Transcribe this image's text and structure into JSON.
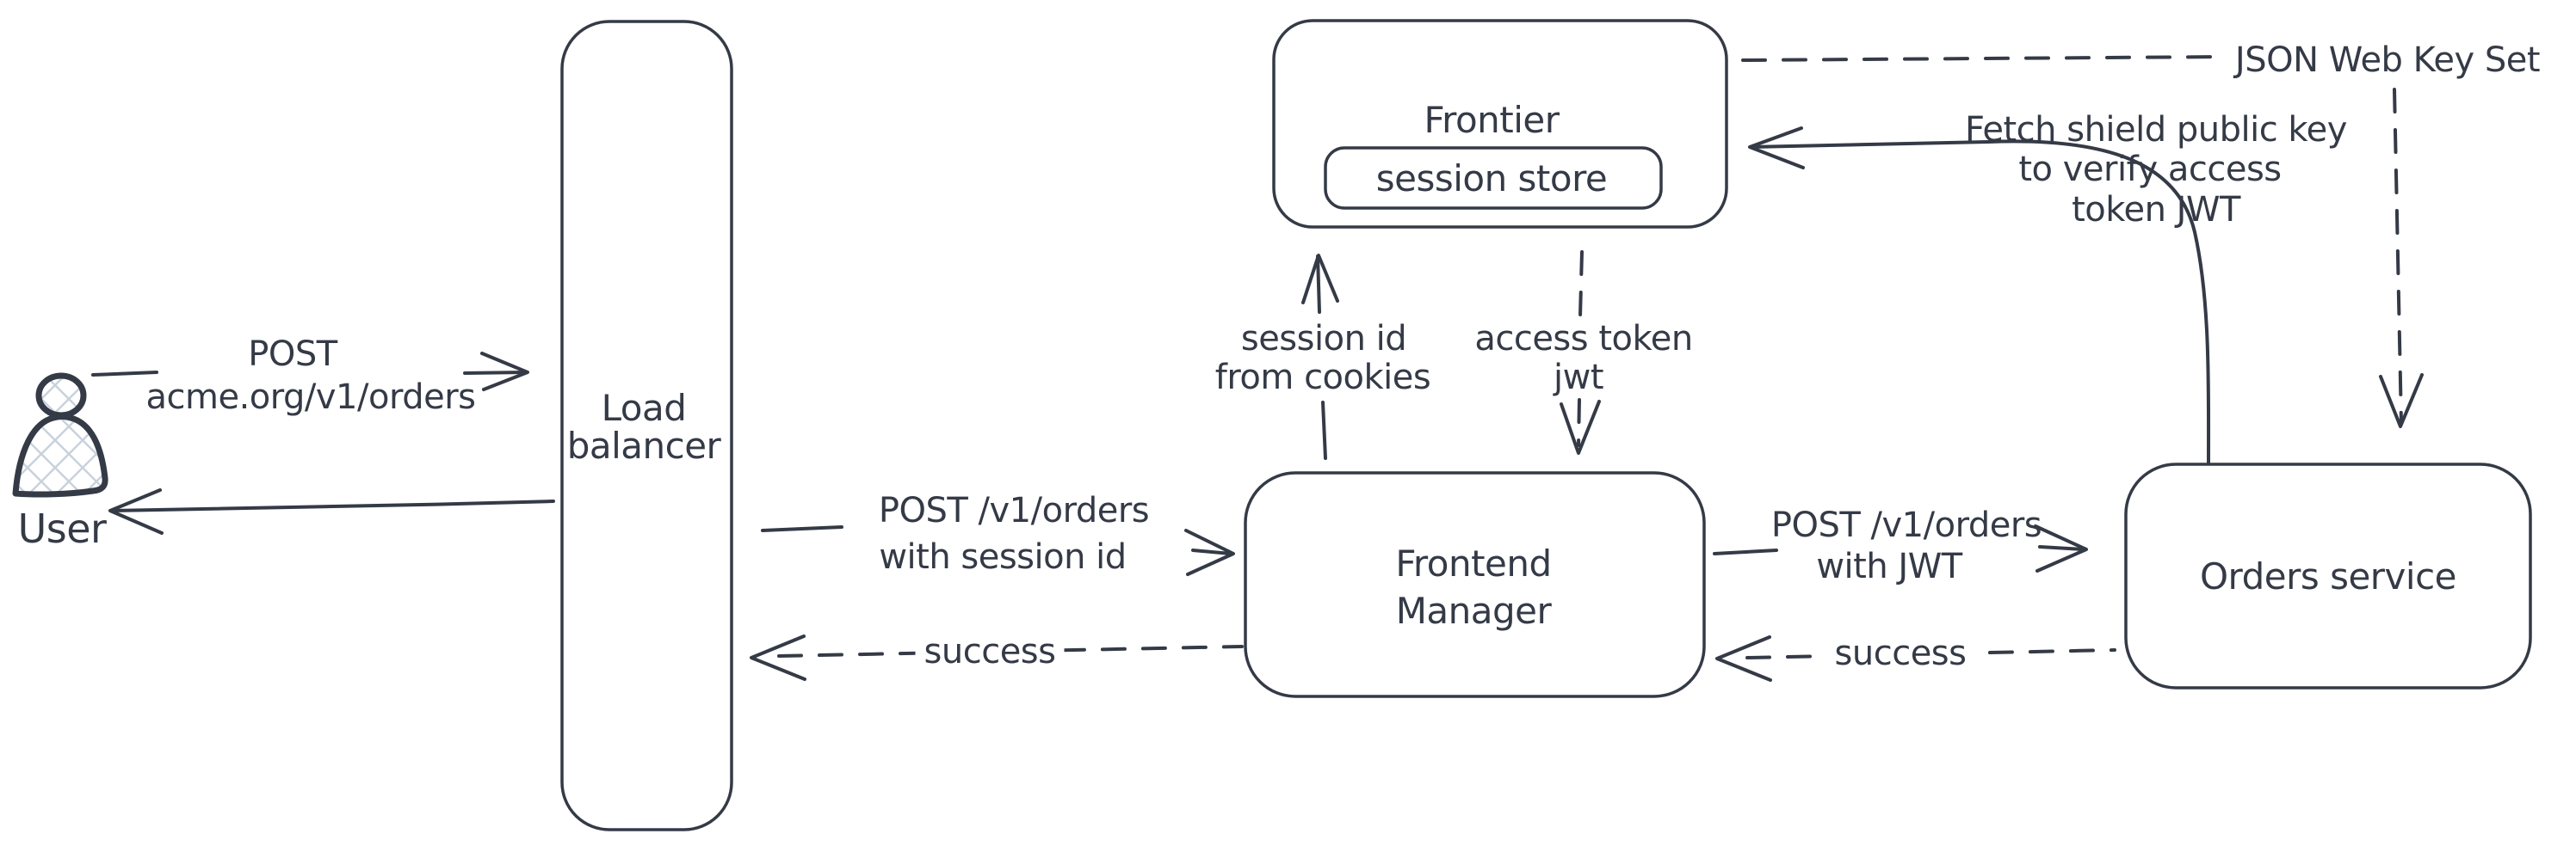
{
  "diagram": {
    "title_hint": "auth flow architecture sketch",
    "ink_color": "#343a46",
    "hatch_color": "#c9d2dc",
    "nodes": {
      "user": {
        "label": "User"
      },
      "load_balancer": {
        "line1": "Load",
        "line2": "balancer"
      },
      "frontier": {
        "label": "Frontier"
      },
      "session_store": {
        "label": "session store"
      },
      "frontend_manager": {
        "line1": "Frontend",
        "line2": "Manager"
      },
      "orders_service": {
        "label": "Orders service"
      }
    },
    "edges": {
      "user_post": {
        "line1": "POST",
        "line2": "acme.org/v1/orders",
        "style": "solid-arrow-right"
      },
      "lb_response": {
        "style": "solid-arrow-left"
      },
      "lb_post": {
        "line1": "POST /v1/orders",
        "line2": "with session id",
        "style": "solid-arrow-right"
      },
      "lb_success": {
        "label": "success",
        "style": "dashed-arrow-left"
      },
      "session_id": {
        "line1": "session id",
        "line2": "from cookies",
        "style": "solid-arrow-up"
      },
      "access_token": {
        "line1": "access token",
        "line2": "jwt",
        "style": "dashed-arrow-down"
      },
      "fm_post": {
        "line1": "POST /v1/orders",
        "line2": "with JWT",
        "style": "solid-arrow-right"
      },
      "fm_success": {
        "label": "success",
        "style": "dashed-arrow-left"
      },
      "jwks": {
        "label": "JSON Web Key Set",
        "style": "dashed-line"
      },
      "jwks_down": {
        "style": "dashed-arrow-down"
      },
      "fetch_key": {
        "line1": "Fetch shield public key",
        "line2": "to verify access",
        "line3": "token JWT",
        "style": "solid-arrow-left"
      }
    }
  }
}
